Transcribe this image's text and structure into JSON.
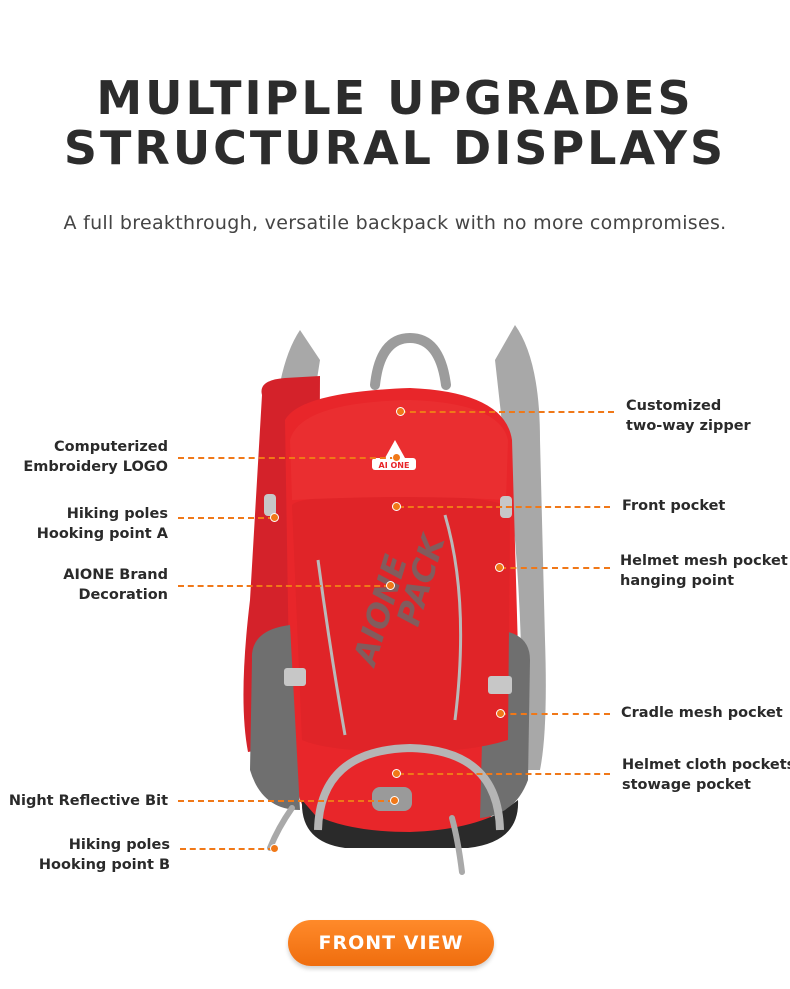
{
  "header": {
    "title_line1": "MULTIPLE UPGRADES",
    "title_line2": "STRUCTURAL DISPLAYS",
    "subtitle": "A full breakthrough, versatile backpack with no more compromises."
  },
  "product": {
    "logo_text": "AI ONE",
    "side_print_line1": "AIONE",
    "side_print_line2": "PACK",
    "colors": {
      "body": "#e8262a",
      "body_shade": "#c81d22",
      "straps": "#9a9a9a",
      "mesh": "#6f6f6f",
      "base": "#2a2a2a"
    }
  },
  "callouts": {
    "left": [
      {
        "line1": "Computerized",
        "line2": "Embroidery LOGO"
      },
      {
        "line1": "Hiking poles",
        "line2": "Hooking point A"
      },
      {
        "line1": "AIONE Brand",
        "line2": "Decoration"
      },
      {
        "line1": "Night Reflective Bit",
        "line2": ""
      },
      {
        "line1": "Hiking poles",
        "line2": "Hooking point B"
      }
    ],
    "right": [
      {
        "line1": "Customized",
        "line2": "two-way zipper"
      },
      {
        "line1": "Front pocket",
        "line2": ""
      },
      {
        "line1": "Helmet mesh pocket",
        "line2": "hanging point"
      },
      {
        "line1": "Cradle mesh pocket",
        "line2": ""
      },
      {
        "line1": "Helmet cloth pockets",
        "line2": "stowage pocket"
      }
    ]
  },
  "footer": {
    "button_label": "FRONT VIEW"
  },
  "accent_color": "#f07818"
}
